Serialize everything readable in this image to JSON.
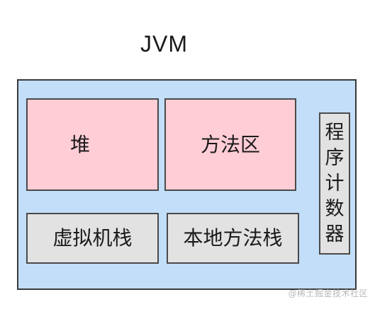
{
  "title": "JVM",
  "colors": {
    "jvm_background": "#c2def8",
    "shared_area": "#ffcdd6",
    "private_area": "#e2e2e2",
    "border": "#3a3a3a"
  },
  "areas": {
    "heap": "堆",
    "method_area": "方法区",
    "vm_stack": "虚拟机栈",
    "native_method_stack": "本地方法栈",
    "program_counter": [
      "程",
      "序",
      "计",
      "数",
      "器"
    ]
  },
  "watermark": "@稀土掘金技术社区"
}
